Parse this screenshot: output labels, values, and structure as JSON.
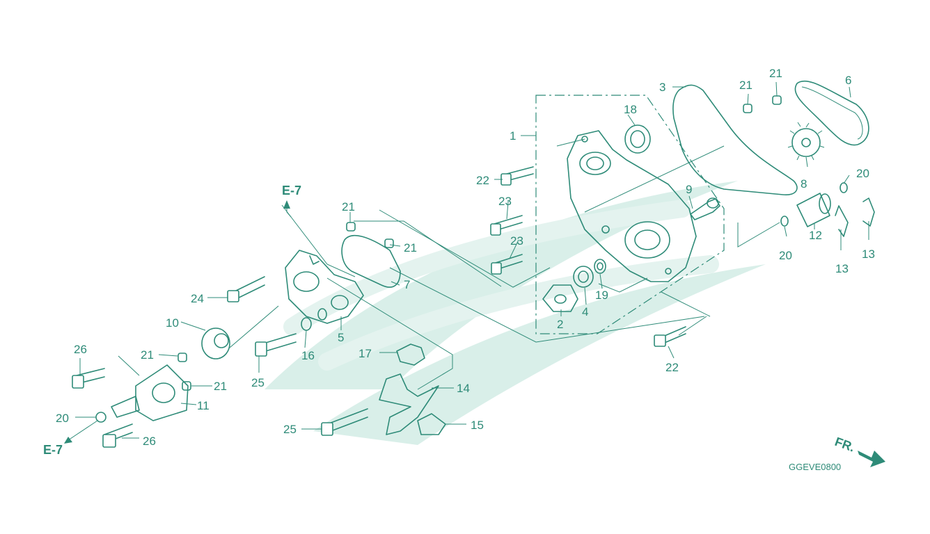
{
  "diagram_code": "GGEVE0800",
  "direction_label": "FR.",
  "reference_labels": [
    "E-7",
    "E-7"
  ],
  "callouts": [
    "1",
    "2",
    "3",
    "4",
    "5",
    "6",
    "7",
    "8",
    "9",
    "10",
    "11",
    "12",
    "13",
    "13",
    "14",
    "15",
    "16",
    "17",
    "18",
    "19",
    "20",
    "20",
    "20",
    "21",
    "21",
    "21",
    "21",
    "21",
    "21",
    "22",
    "22",
    "23",
    "23",
    "24",
    "25",
    "25",
    "26",
    "26"
  ],
  "colors": {
    "line": "#2e8b78",
    "watermark": "#d9efe9"
  }
}
